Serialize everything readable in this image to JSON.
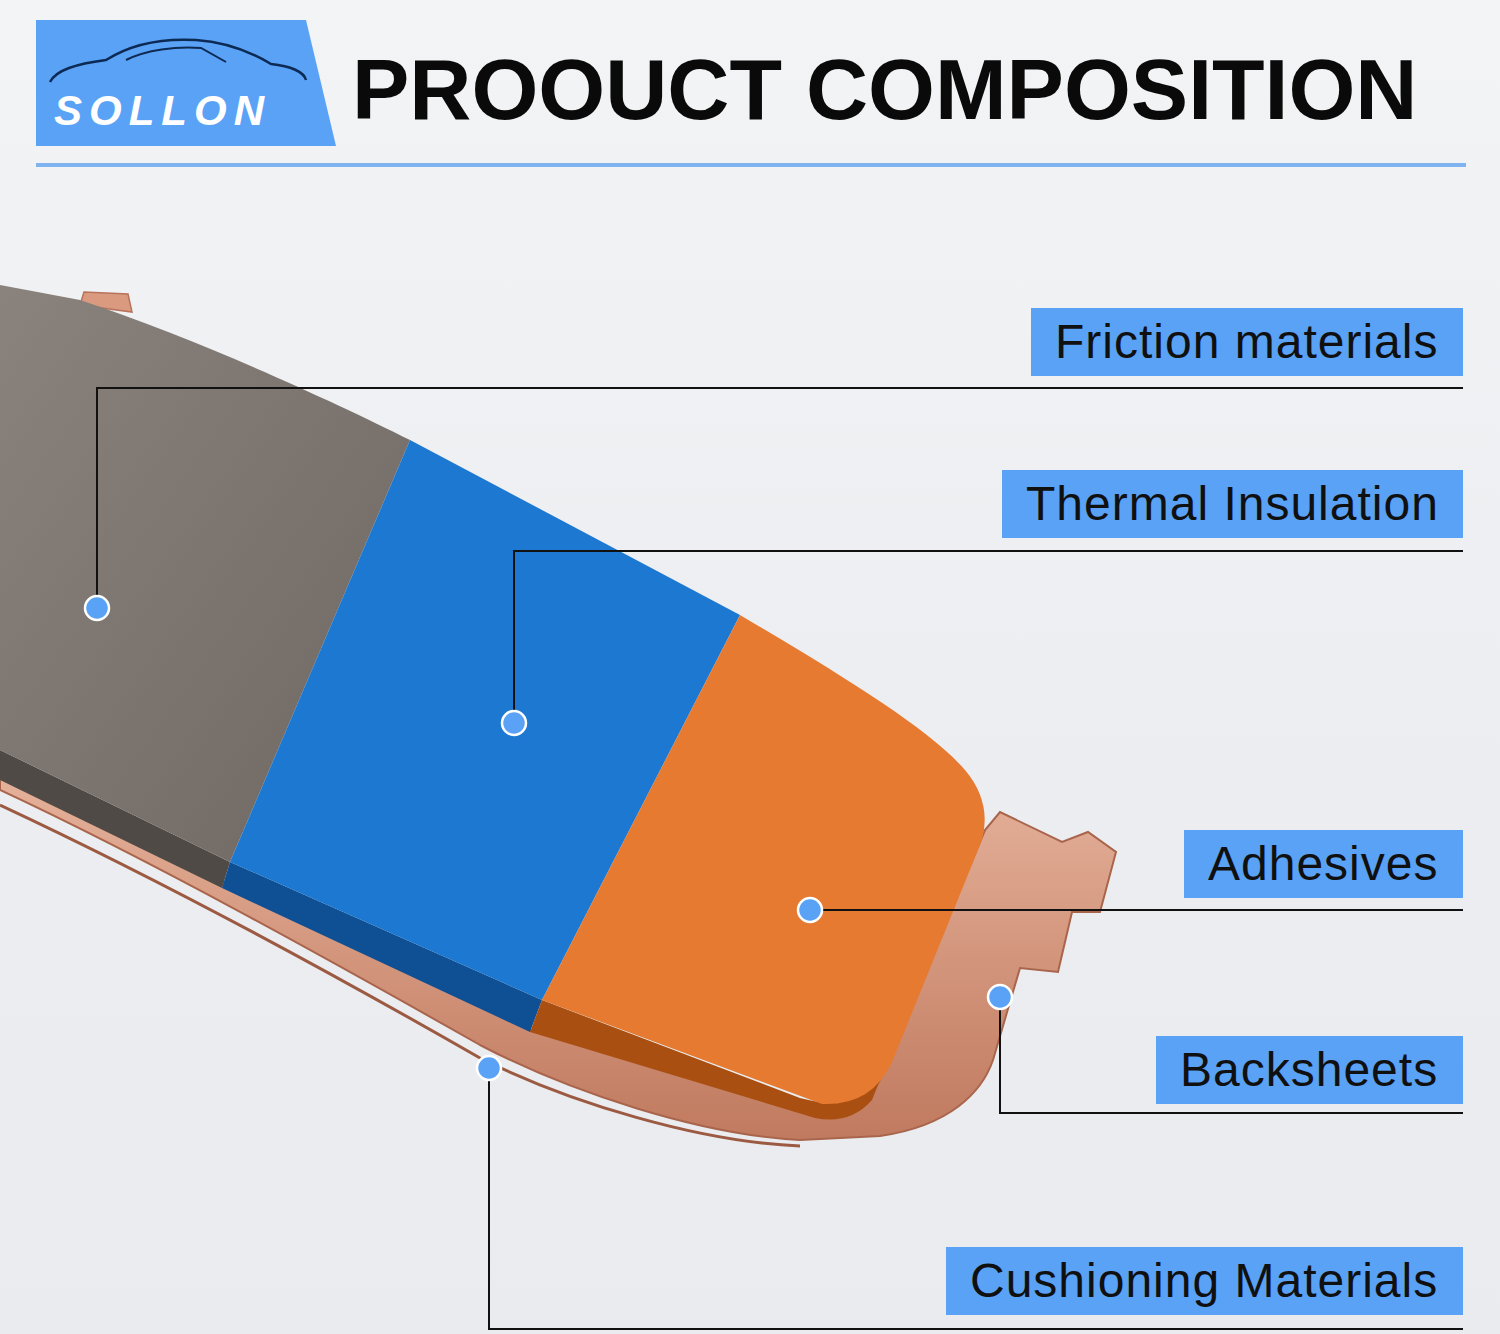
{
  "diagram": {
    "title": "PROOUCT COMPOSITION",
    "nodes": [
      {
        "text": [
          "SOLLON"
        ]
      },
      {
        "text": [
          "Friction materials"
        ]
      },
      {
        "text": [
          "Thermal Insulation"
        ]
      },
      {
        "text": [
          "Adhesives"
        ]
      },
      {
        "text": [
          "Backsheets"
        ]
      },
      {
        "text": [
          "Cushioning Materials"
        ]
      }
    ]
  }
}
